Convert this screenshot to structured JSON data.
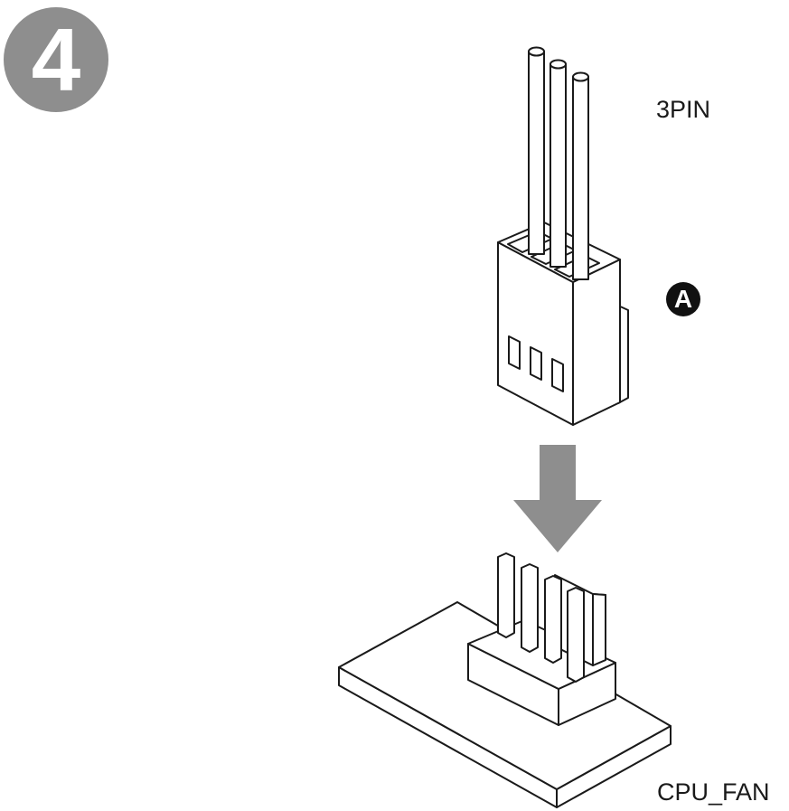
{
  "step": {
    "number": "4"
  },
  "connector": {
    "label": "3PIN",
    "callout": "A"
  },
  "header": {
    "label": "CPU_FAN"
  },
  "arrow": {
    "direction": "down",
    "color": "#8e8e8e"
  },
  "colors": {
    "line": "#1a1a1a",
    "badge": "#8e8e8e",
    "callout": "#111111"
  }
}
